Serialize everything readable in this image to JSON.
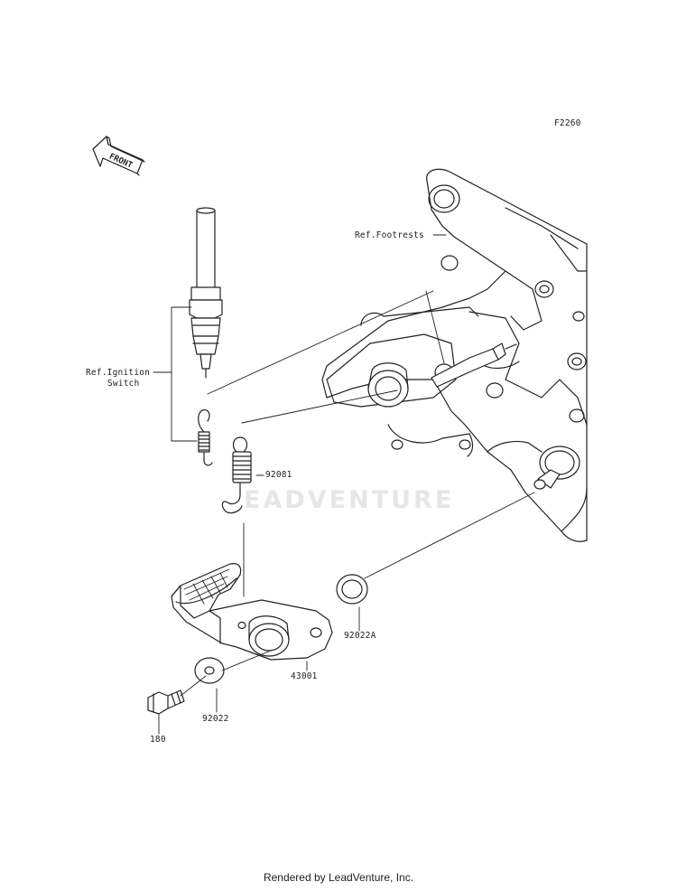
{
  "diagram": {
    "code": "F2260",
    "front_arrow": "FRONT",
    "labels": {
      "footrests": "Ref.Footrests",
      "ignition_line1": "Ref.Ignition",
      "ignition_line2": "Switch",
      "spring": "92081",
      "washer_a": "92022A",
      "pedal": "43001",
      "washer": "92022",
      "bolt": "180"
    }
  },
  "watermark": "EADVENTURE",
  "footer": "Rendered by LeadVenture, Inc.",
  "colors": {
    "line": "#222222",
    "watermark": "#e6e6e6",
    "background": "#ffffff"
  }
}
